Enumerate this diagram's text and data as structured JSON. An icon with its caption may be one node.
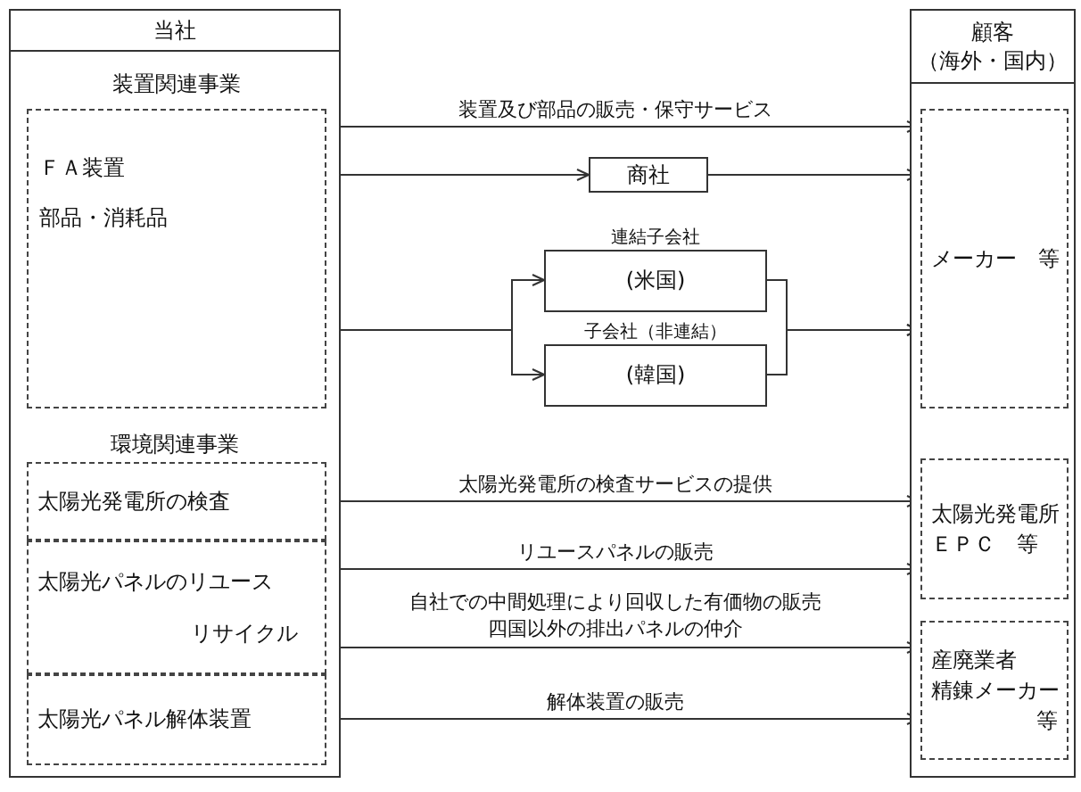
{
  "diagram": {
    "nodes": [
      {
        "text": [
          "当社"
        ]
      },
      {
        "text": [
          "装置関連事業",
          "ＦＡ装置",
          "部品・消耗品"
        ],
        "in": 0
      },
      {
        "text": [
          "太陽光発電所の検査"
        ],
        "in": 0
      },
      {
        "text": [
          "太陽光パネルのリユース",
          "リサイクル"
        ],
        "in": 0
      },
      {
        "text": [
          "太陽光パネル解体装置"
        ],
        "in": 0
      },
      {
        "text": [
          "商社"
        ]
      },
      {
        "text": [
          "(米国)"
        ],
        "beside": [
          "連結子会社"
        ]
      },
      {
        "text": [
          "(韓国)"
        ],
        "beside": [
          "子会社（非連結）"
        ]
      },
      {
        "text": [
          "顧客",
          "（海外・国内）"
        ]
      },
      {
        "text": [
          "メーカー　等"
        ],
        "in": 8
      },
      {
        "text": [
          "太陽光発電所",
          "ＥＰＣ　等"
        ],
        "in": 8
      },
      {
        "text": [
          "産廃業者",
          "精錬メーカー",
          "等"
        ],
        "in": 8
      }
    ],
    "edges": [
      {
        "from": 1,
        "to": 9,
        "arrow": "to",
        "label": "装置及び部品の販売・保守サービス"
      },
      {
        "from": 1,
        "to": 5,
        "arrow": "to"
      },
      {
        "from": 5,
        "to": 9,
        "arrow": "to"
      },
      {
        "from": 1,
        "to": 6,
        "arrow": "to"
      },
      {
        "from": 1,
        "to": 7,
        "arrow": "to"
      },
      {
        "from": 6,
        "to": 9,
        "arrow": "to"
      },
      {
        "from": 7,
        "to": 9,
        "arrow": "to"
      },
      {
        "from": 2,
        "to": 10,
        "arrow": "to",
        "label": "太陽光発電所の検査サービスの提供"
      },
      {
        "from": 3,
        "to": 10,
        "arrow": "to",
        "label": "リユースパネルの販売"
      },
      {
        "from": 3,
        "to": 11,
        "arrow": "to",
        "label": "自社での中間処理により回収した有価物の販売四国以外の排出パネルの仲介"
      },
      {
        "from": 4,
        "to": 11,
        "arrow": "to",
        "label": "解体装置の販売"
      }
    ],
    "labels": [
      "環境関連事業"
    ]
  }
}
